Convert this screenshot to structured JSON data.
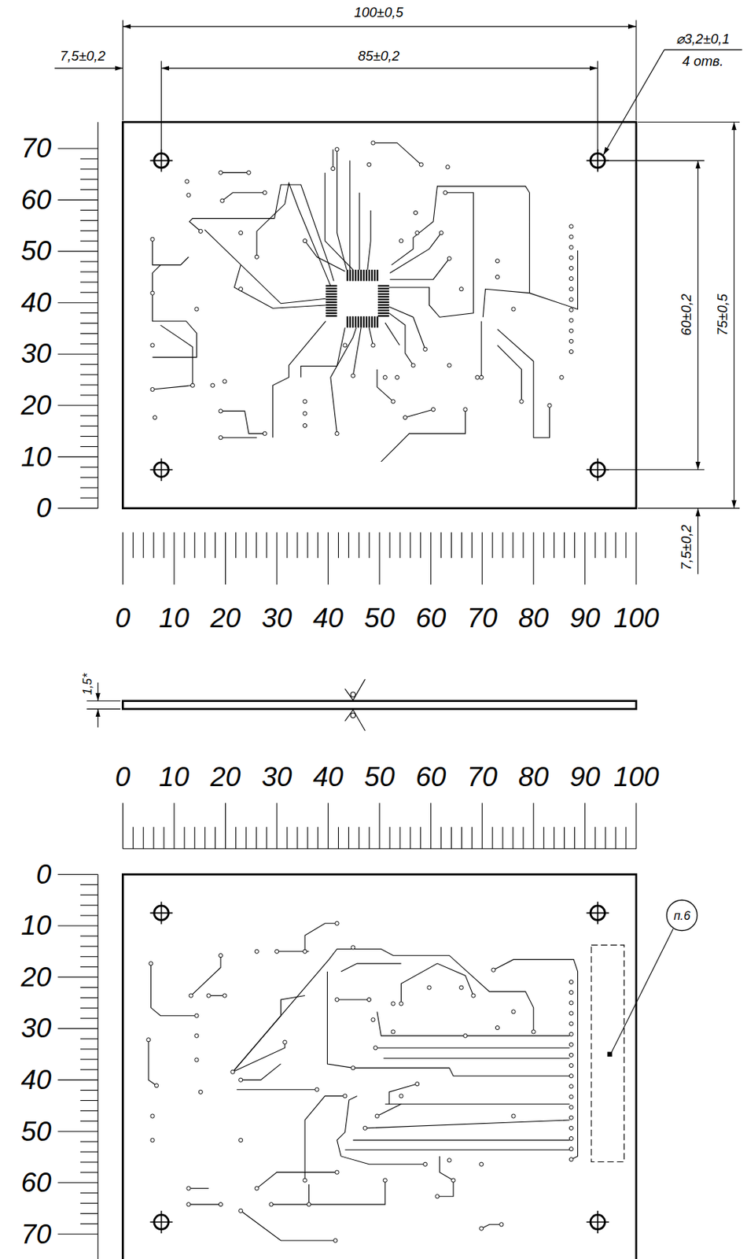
{
  "diagram": {
    "labels": [
      "100±0,5",
      "7,5±0,2",
      "85±0,2",
      "⌀3,2±0,1",
      "4 отв.",
      "60±0,2",
      "75±0,5",
      "7,5±0,2",
      "70",
      "60",
      "50",
      "40",
      "30",
      "20",
      "10",
      "0",
      "0",
      "10",
      "20",
      "30",
      "40",
      "50",
      "60",
      "70",
      "80",
      "90",
      "100",
      "1,5*",
      "0",
      "10",
      "20",
      "30",
      "40",
      "50",
      "60",
      "70",
      "80",
      "90",
      "100",
      "0",
      "10",
      "20",
      "30",
      "40",
      "50",
      "60",
      "70",
      "п.6"
    ]
  }
}
